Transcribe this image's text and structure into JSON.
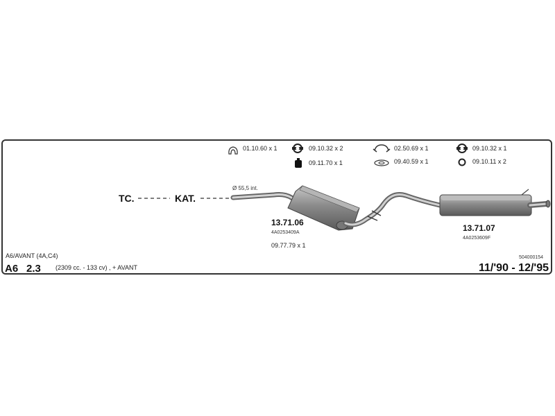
{
  "parts_legend": [
    {
      "icon": "rubber-hanger-icon",
      "code": "01.10.60 x 1"
    },
    {
      "icon": "rubber-ring-mount-icon",
      "code": "09.10.32 x 2"
    },
    {
      "icon": "rubber-block-mount-icon",
      "code": "09.11.70 x 1"
    },
    {
      "icon": "pipe-clamp-icon",
      "code": "02.50.69 x 1"
    },
    {
      "icon": "flange-gasket-icon",
      "code": "09.40.59 x 1"
    },
    {
      "icon": "rubber-ring-mount-icon",
      "code": "09.10.32 x 1"
    },
    {
      "icon": "o-ring-icon",
      "code": "09.10.11 x 2"
    }
  ],
  "system": {
    "tc_label": "TC.",
    "kat_label": "KAT.",
    "pipe_diameter": "Ø 55,5 int."
  },
  "components": {
    "middle_silencer": {
      "number": "13.71.06",
      "oem": "4A0253409A",
      "extra": "09.77.79 x 1"
    },
    "rear_silencer": {
      "number": "13.71.07",
      "oem": "4A0253609F"
    }
  },
  "vehicle": {
    "model_line": "A6/AVANT (4A,C4)",
    "name": "A6",
    "engine": "2.3",
    "specs": "(2309 cc. - 133 cv) , + AVANT",
    "catalog_number": "504000154",
    "years": "11/'90 - 12/'95"
  }
}
